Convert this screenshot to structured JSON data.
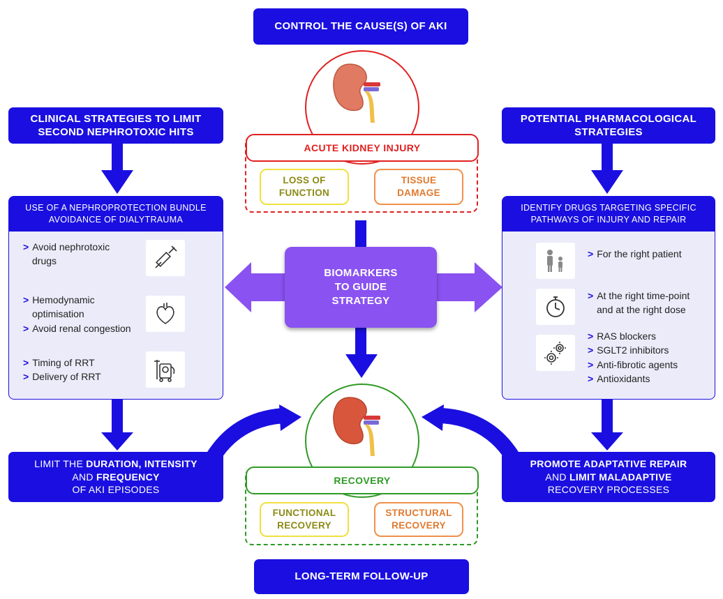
{
  "top_box": {
    "label": "CONTROL THE CAUSE(S) OF AKI"
  },
  "bottom_box": {
    "label": "LONG-TERM FOLLOW-UP"
  },
  "left_header": {
    "line1": "CLINICAL STRATEGIES TO LIMIT",
    "line2": "SECOND NEPHROTOXIC HITS"
  },
  "right_header": {
    "line1": "POTENTIAL PHARMACOLOGICAL",
    "line2": "STRATEGIES"
  },
  "left_panel": {
    "title_line1": "USE OF A NEPHROPROTECTION BUNDLE",
    "title_line2": "AVOIDANCE OF DIALYTRAUMA",
    "groups": [
      {
        "icon": "syringe-icon",
        "items": [
          "Avoid nephrotoxic",
          "drugs"
        ]
      },
      {
        "icon": "heart-icon",
        "items": [
          "Hemodynamic",
          "optimisation",
          "Avoid renal congestion"
        ]
      },
      {
        "icon": "dialysis-machine-icon",
        "items": [
          "Timing of RRT",
          "Delivery of RRT"
        ]
      }
    ]
  },
  "right_panel": {
    "title_line1": "IDENTIFY DRUGS TARGETING SPECIFIC",
    "title_line2": "PATHWAYS OF INJURY AND REPAIR",
    "groups": [
      {
        "icon": "patient-family-icon",
        "items": [
          "For the right patient"
        ]
      },
      {
        "icon": "stopwatch-icon",
        "items": [
          "At the right time-point",
          "and at the right dose"
        ]
      },
      {
        "icon": "gears-icon",
        "items": [
          "RAS blockers",
          "SGLT2 inhibitors",
          "Anti-fibrotic agents",
          "Antioxidants"
        ]
      }
    ]
  },
  "center": {
    "line1": "BIOMARKERS",
    "line2": "TO GUIDE",
    "line3": "STRATEGY"
  },
  "aki": {
    "title": "ACUTE KIDNEY INJURY",
    "left_tag_l1": "LOSS OF",
    "left_tag_l2": "FUNCTION",
    "right_tag_l1": "TISSUE",
    "right_tag_l2": "DAMAGE"
  },
  "recovery": {
    "title": "RECOVERY",
    "left_tag_l1": "FUNCTIONAL",
    "left_tag_l2": "RECOVERY",
    "right_tag_l1": "STRUCTURAL",
    "right_tag_l2": "RECOVERY"
  },
  "bottom_left": {
    "l1a": "LIMIT THE ",
    "l1b": "DURATION, INTENSITY",
    "l2a": "AND ",
    "l2b": "FREQUENCY",
    "l3": "OF AKI EPISODES"
  },
  "bottom_right": {
    "l1": "PROMOTE ADAPTATIVE REPAIR",
    "l2a": "AND ",
    "l2b": "LIMIT MALADAPTIVE",
    "l3": "RECOVERY PROCESSES"
  },
  "colors": {
    "blue": "#1a0fe0",
    "purple": "#8a52f0",
    "red": "#e02020",
    "green": "#2e9a25",
    "yellow": "#f0e040",
    "orange": "#f0904a",
    "panel_bg": "#ecebf9"
  }
}
